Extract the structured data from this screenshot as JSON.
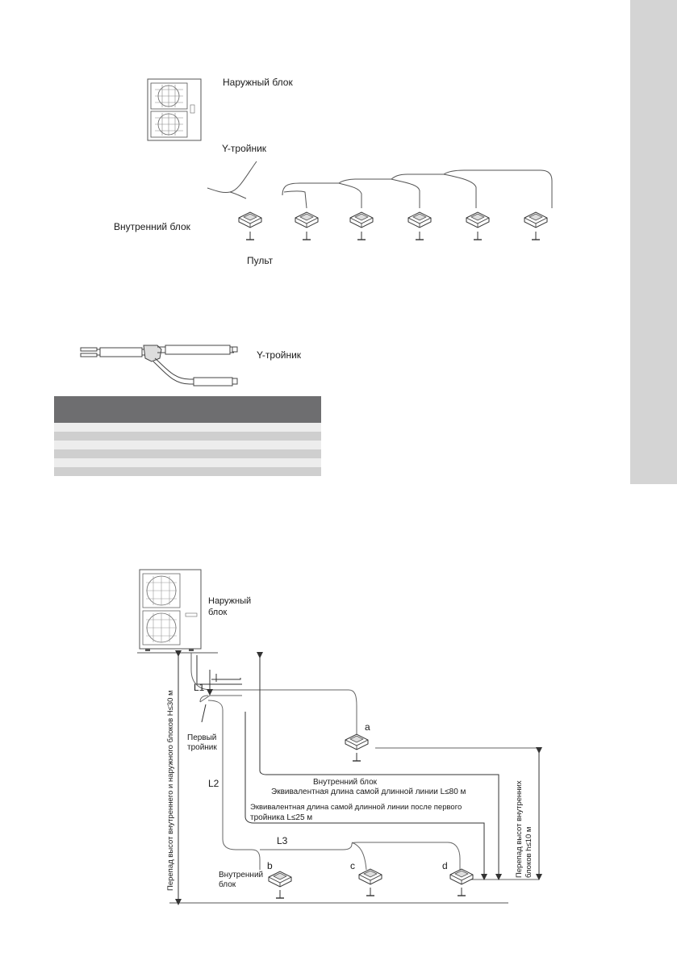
{
  "page": {
    "colors": {
      "side_tab": "#d4d4d4",
      "table_header": "#6e6e70",
      "line": "#555555"
    }
  },
  "diagram1": {
    "outdoor_unit_label": "Наружный блок",
    "y_branch_label": "Y-тройник",
    "indoor_unit_label": "Внутренний блок",
    "remote_label": "Пульт"
  },
  "y_branch_figure": {
    "label": "Y-тройник"
  },
  "spec_table": {
    "header": "",
    "rows": [
      "",
      "",
      "",
      "",
      "",
      ""
    ]
  },
  "diagram2": {
    "outdoor_unit_label": [
      "Наружный",
      "блок"
    ],
    "first_branch_label": [
      "Первый",
      "тройник"
    ],
    "L1": "L1",
    "L2": "L2",
    "L3": "L3",
    "unit_a": "a",
    "unit_b": "b",
    "unit_c": "c",
    "unit_d": "d",
    "indoor_unit_a_label": "Внутренний блок",
    "indoor_unit_b_label": [
      "Внутренний",
      "блок"
    ],
    "equiv_length_longest": "Эквивалентная длина самой длинной линии L≤80 м",
    "equiv_length_after_first": [
      "Эквивалентная длина самой длинной линии после первого",
      "тройника L≤25 м"
    ],
    "height_diff_outdoor_indoor": "Перепад высот внутреннего и наружного блоков H≤30 м",
    "height_diff_indoor": [
      "Перепад высот внутренних",
      "блоков h≤10 м"
    ]
  }
}
